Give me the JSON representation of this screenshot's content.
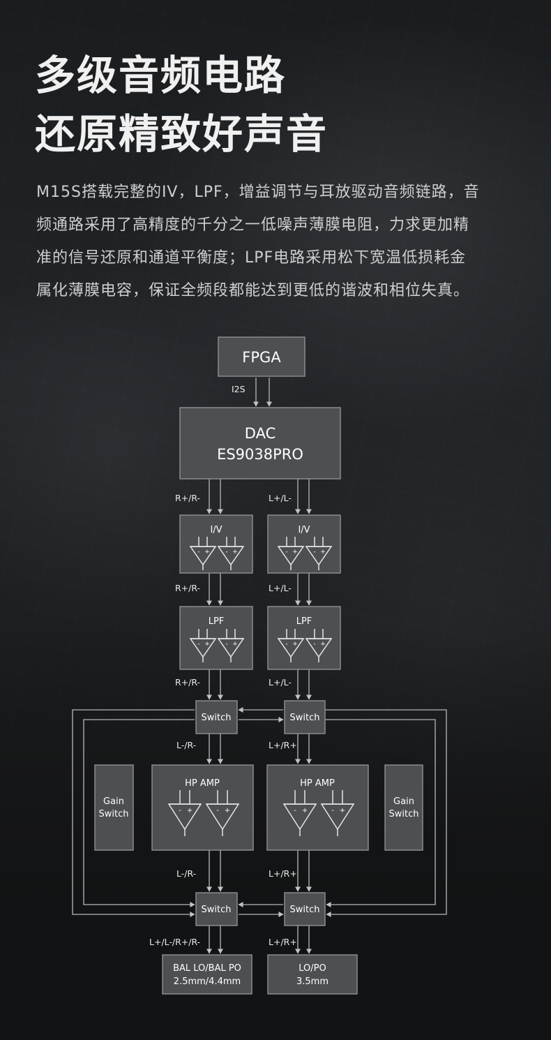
{
  "headline": {
    "line1": "多级音频电路",
    "line2": "还原精致好声音"
  },
  "intro": {
    "lines": [
      "M15S搭载完整的IV，LPF，增益调节与耳放驱动音频链路，音",
      "频通路采用了高精度的千分之一低噪声薄膜电阻，力求更加精",
      "准的信号还原和通道平衡度；LPF电路采用松下宽温低损耗金",
      "属化薄膜电容，保证全频段都能达到更低的谐波和相位失真。"
    ]
  },
  "diagram": {
    "fpga": "FPGA",
    "i2s": "I2S",
    "dac_line1": "DAC",
    "dac_line2": "ES9038PRO",
    "iv_label": "I/V",
    "lpf_label": "LPF",
    "switch_label": "Switch",
    "hp_amp_label": "HP AMP",
    "gain_line1": "Gain",
    "gain_line2": "Switch",
    "sig_r": "R+/R-",
    "sig_l": "L+/L-",
    "sig_lm_rm": "L-/R-",
    "sig_lp_rp": "L+/R+",
    "sig_bal": "L+/L-/R+/R-",
    "out_bal_line1": "BAL LO/BAL PO",
    "out_bal_line2": "2.5mm/4.4mm",
    "out_se_line1": "LO/PO",
    "out_se_line2": "3.5mm"
  },
  "colors": {
    "background": "#17191b",
    "box_fill": "#4d4f52",
    "box_border": "#8f9194",
    "line": "#9a9c9f",
    "text": "#ffffff"
  }
}
